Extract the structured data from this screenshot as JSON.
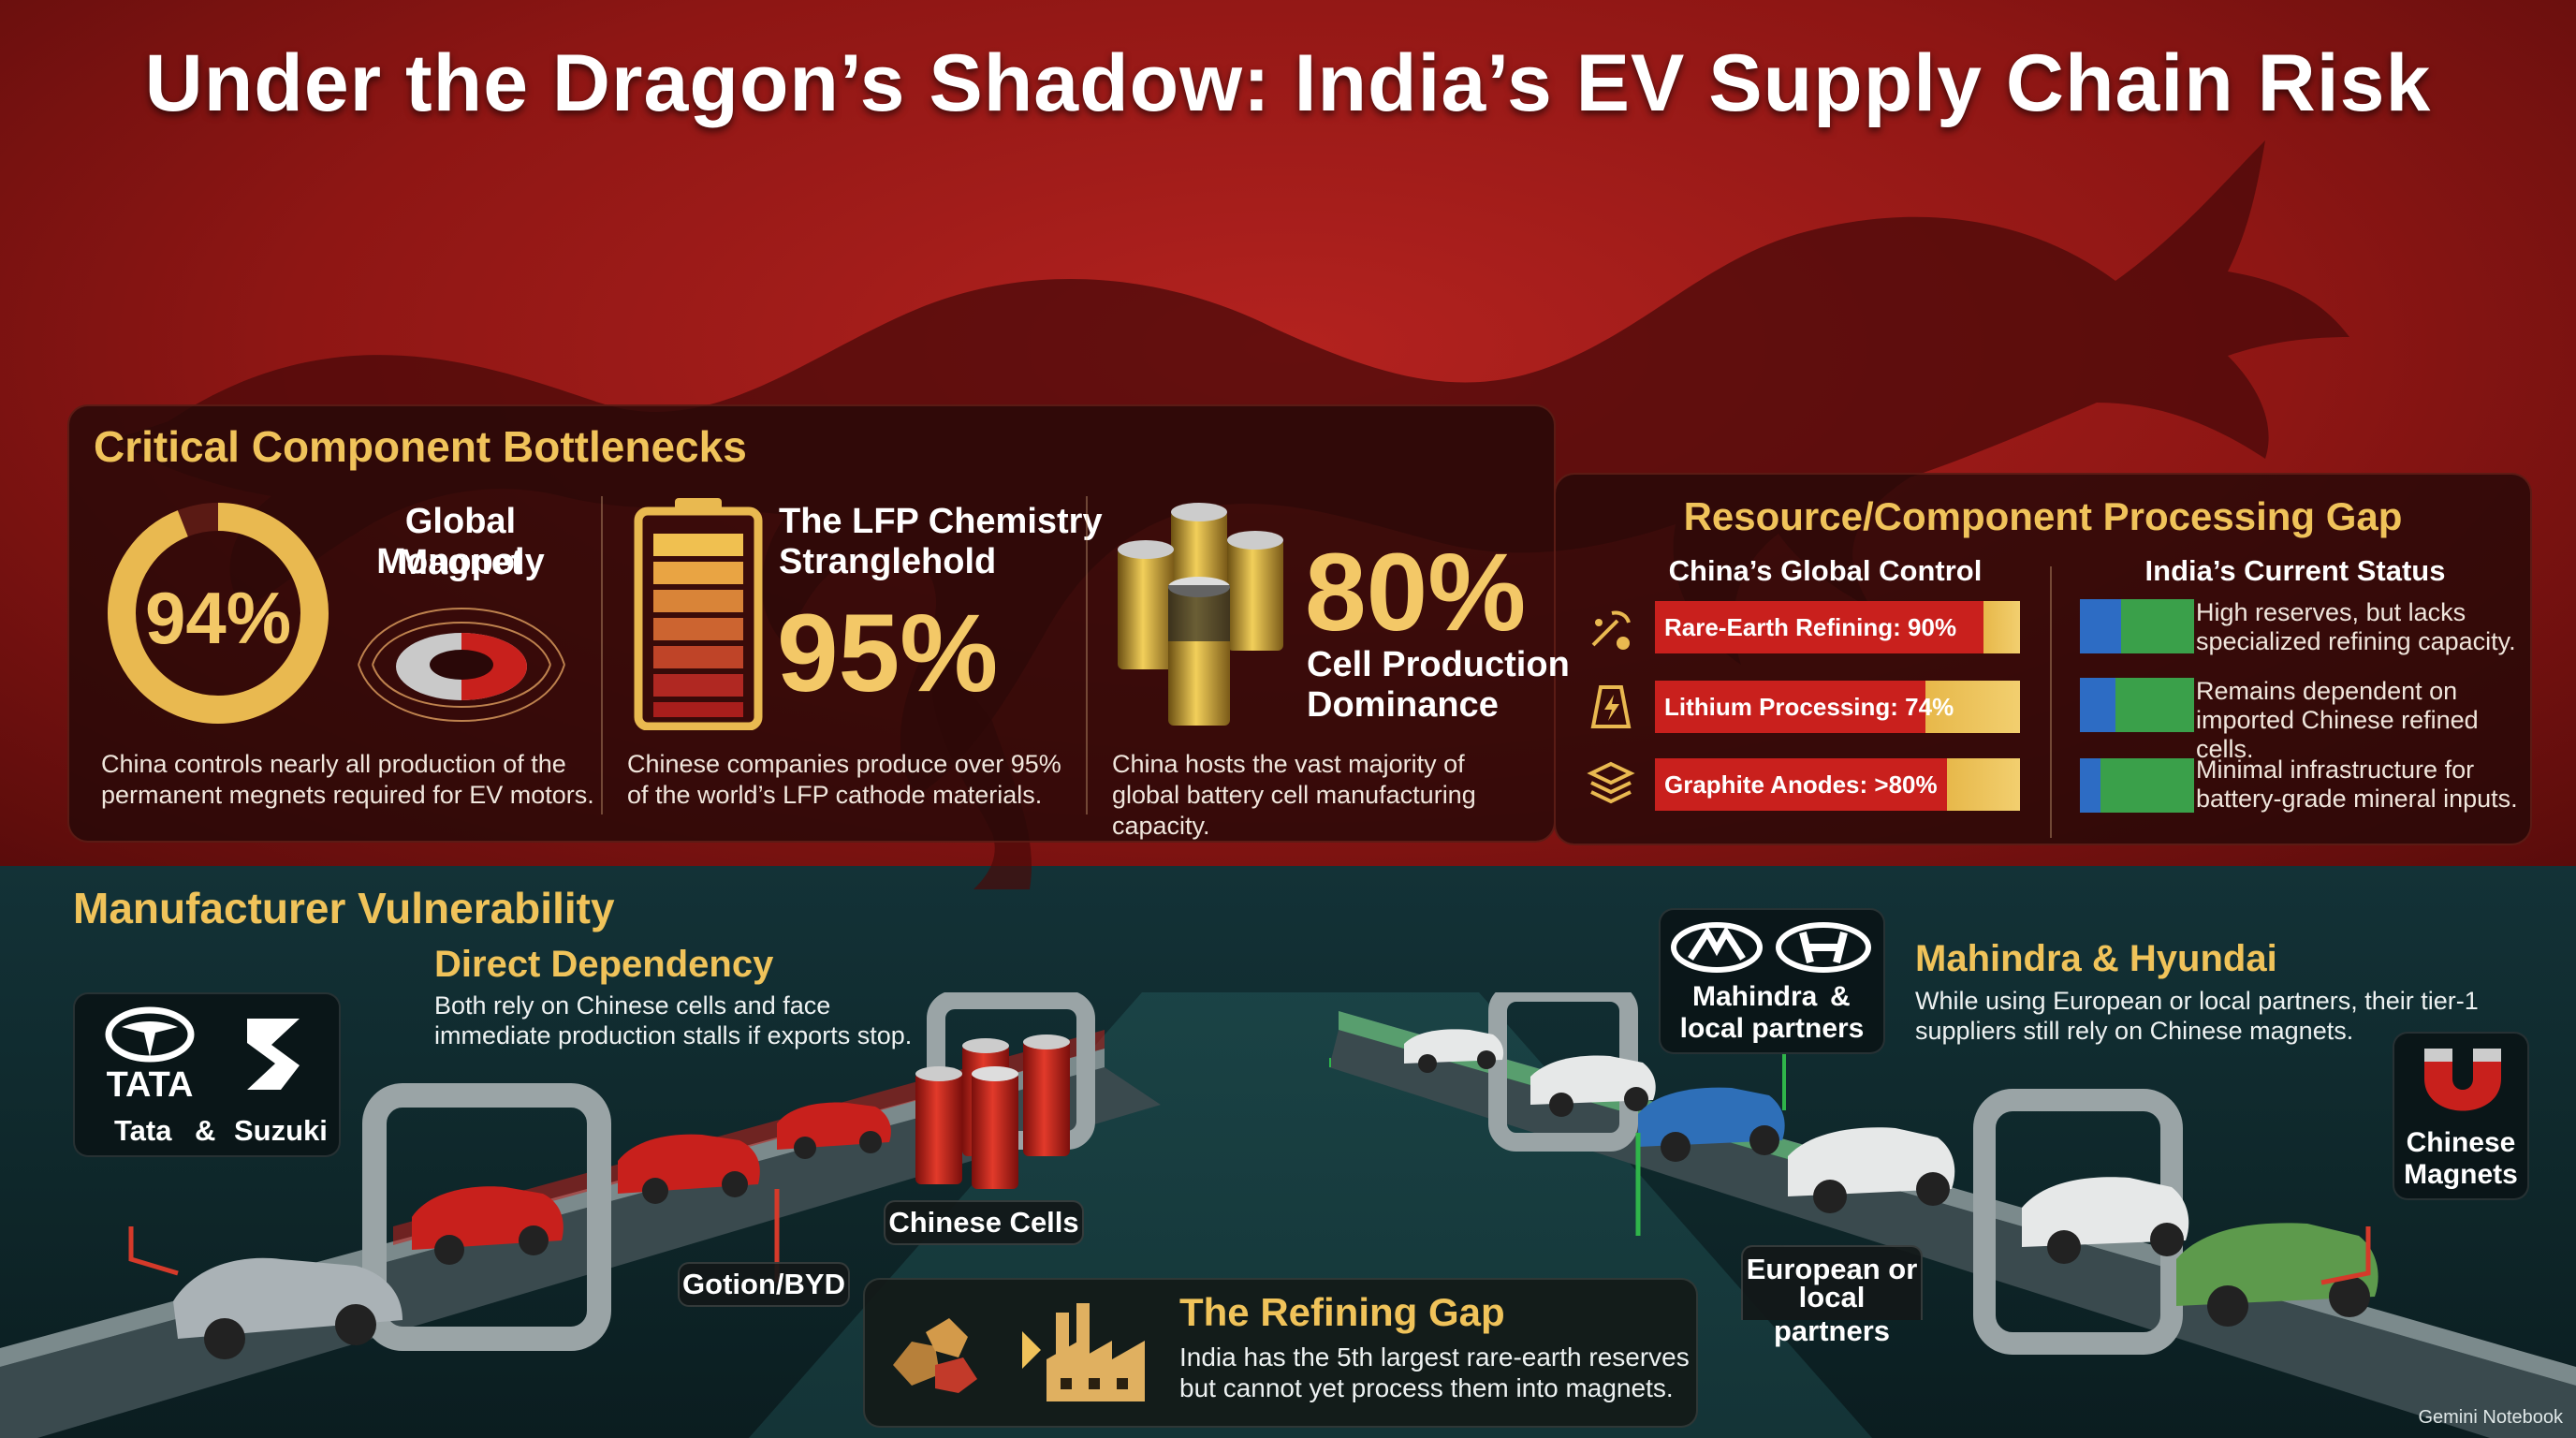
{
  "title": "Under the Dragon’s Shadow: India’s EV Supply Chain Risk",
  "bottlenecks": {
    "heading": "Critical Component Bottlenecks",
    "magnet": {
      "percent": "94%",
      "percent_value": 94,
      "title_line1": "Global Magnet",
      "title_line2": "Monopoly",
      "caption_line1": "China controls nearly all production of the",
      "caption_line2": "permanent megnets required for EV motors."
    },
    "lfp": {
      "title_line1": "The LFP Chemistry",
      "title_line2": "Stranglehold",
      "percent": "95%",
      "caption_line1": "Chinese companies produce over 95%",
      "caption_line2": "of the world’s LFP cathode materials."
    },
    "cells": {
      "percent": "80%",
      "title_line1": "Cell Production",
      "title_line2": "Dominance",
      "caption_line1": "China hosts the vast majority of",
      "caption_line2": "global battery cell manufacturing",
      "caption_line3": "capacity."
    }
  },
  "processing_gap": {
    "heading": "Resource/Component Processing Gap",
    "china_header": "China’s Global Control",
    "india_header": "India’s Current Status",
    "rows": [
      {
        "label": "Rare-Earth Refining: 90%",
        "share": 0.9,
        "status_line1": "High reserves, but lacks",
        "status_line2": "specialized refining capacity.",
        "icon": "pickaxe-ore-icon"
      },
      {
        "label": "Lithium Processing: 74%",
        "share": 0.74,
        "status_line1": "Remains dependent on",
        "status_line2": "imported Chinese refined cells.",
        "icon": "lightning-flask-icon"
      },
      {
        "label": "Graphite Anodes: >80%",
        "share": 0.8,
        "status_line1": "Minimal infrastructure for",
        "status_line2": "battery-grade mineral inputs.",
        "icon": "layers-icon"
      }
    ]
  },
  "vulnerability": {
    "heading": "Manufacturer Vulnerability",
    "direct": {
      "title": "Direct Dependency",
      "text_line1": "Both rely on Chinese cells and face",
      "text_line2": "immediate production stalls if exports stop."
    },
    "tata_logo_text": "TATA",
    "tata_label": "Tata",
    "amp": "&",
    "suzuki_label": "Suzuki",
    "gotion_label": "Gotion/BYD",
    "chinese_cells_label": "Chinese Cells",
    "mahindra_label_line1": "Mahindra",
    "mahindra_label_line2": "local partners",
    "mahindra_hyundai": {
      "title": "Mahindra & Hyundai",
      "text_line1": "While using European or local partners, their tier-1",
      "text_line2": "suppliers still rely on Chinese magnets."
    },
    "european_label_line1": "European or",
    "european_label_line2": "local partners",
    "chinese_magnets_line1": "Chinese",
    "chinese_magnets_line2": "Magnets"
  },
  "refining_gap": {
    "title": "The Refining Gap",
    "text_line1": "India has the 5th largest rare-earth reserves",
    "text_line2": "but cannot yet process them into magnets."
  },
  "watermark": "Gemini Notebook",
  "colors": {
    "gold": "#f0c35a",
    "china_red": "#c9201d",
    "india_blue": "#2d6cc4",
    "india_green": "#3aa04a"
  }
}
